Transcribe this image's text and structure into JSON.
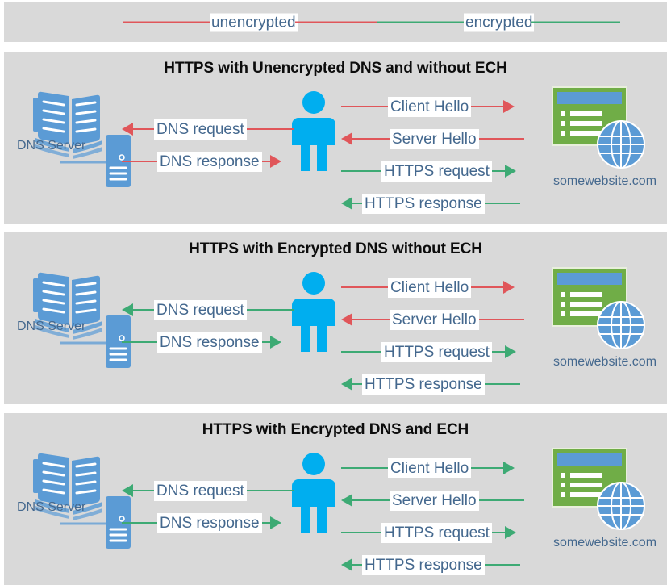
{
  "legend": {
    "items": [
      {
        "label": "unencrypted",
        "color": "#e0565a",
        "icon": "line-swatch-icon"
      },
      {
        "label": "encrypted",
        "color": "#3daa74",
        "icon": "line-swatch-icon"
      }
    ]
  },
  "colors": {
    "unencrypted": "#e0565a",
    "encrypted": "#3daa74",
    "panel_background": "#d9d9d9",
    "label_text": "#44688E",
    "title_text": "#0d0d0d",
    "person": "#00AEEF",
    "dns_icon": "#5B9BD5",
    "website_body": "#70AD47",
    "website_titlebar": "#5B9BD5",
    "globe": "#5B9BD5"
  },
  "panels": [
    {
      "title": "HTTPS with Unencrypted DNS and without ECH",
      "dns_caption": "DNS Server",
      "website_caption": "somewebsite.com",
      "dns_flows": [
        {
          "label": "DNS request",
          "direction": "left",
          "state": "unencrypted"
        },
        {
          "label": "DNS response",
          "direction": "right",
          "state": "unencrypted"
        }
      ],
      "web_flows": [
        {
          "label": "Client Hello",
          "direction": "right",
          "state": "unencrypted"
        },
        {
          "label": "Server Hello",
          "direction": "left",
          "state": "unencrypted"
        },
        {
          "label": "HTTPS request",
          "direction": "right",
          "state": "encrypted"
        },
        {
          "label": "HTTPS response",
          "direction": "left",
          "state": "encrypted"
        }
      ]
    },
    {
      "title": "HTTPS with Encrypted DNS without ECH",
      "dns_caption": "DNS Server",
      "website_caption": "somewebsite.com",
      "dns_flows": [
        {
          "label": "DNS request",
          "direction": "left",
          "state": "encrypted"
        },
        {
          "label": "DNS response",
          "direction": "right",
          "state": "encrypted"
        }
      ],
      "web_flows": [
        {
          "label": "Client Hello",
          "direction": "right",
          "state": "unencrypted"
        },
        {
          "label": "Server Hello",
          "direction": "left",
          "state": "unencrypted"
        },
        {
          "label": "HTTPS request",
          "direction": "right",
          "state": "encrypted"
        },
        {
          "label": "HTTPS response",
          "direction": "left",
          "state": "encrypted"
        }
      ]
    },
    {
      "title": "HTTPS with Encrypted DNS and ECH",
      "dns_caption": "DNS Server",
      "website_caption": "somewebsite.com",
      "dns_flows": [
        {
          "label": "DNS request",
          "direction": "left",
          "state": "encrypted"
        },
        {
          "label": "DNS response",
          "direction": "right",
          "state": "encrypted"
        }
      ],
      "web_flows": [
        {
          "label": "Client Hello",
          "direction": "right",
          "state": "encrypted"
        },
        {
          "label": "Server Hello",
          "direction": "left",
          "state": "encrypted"
        },
        {
          "label": "HTTPS request",
          "direction": "right",
          "state": "encrypted"
        },
        {
          "label": "HTTPS response",
          "direction": "left",
          "state": "encrypted"
        }
      ]
    }
  ]
}
